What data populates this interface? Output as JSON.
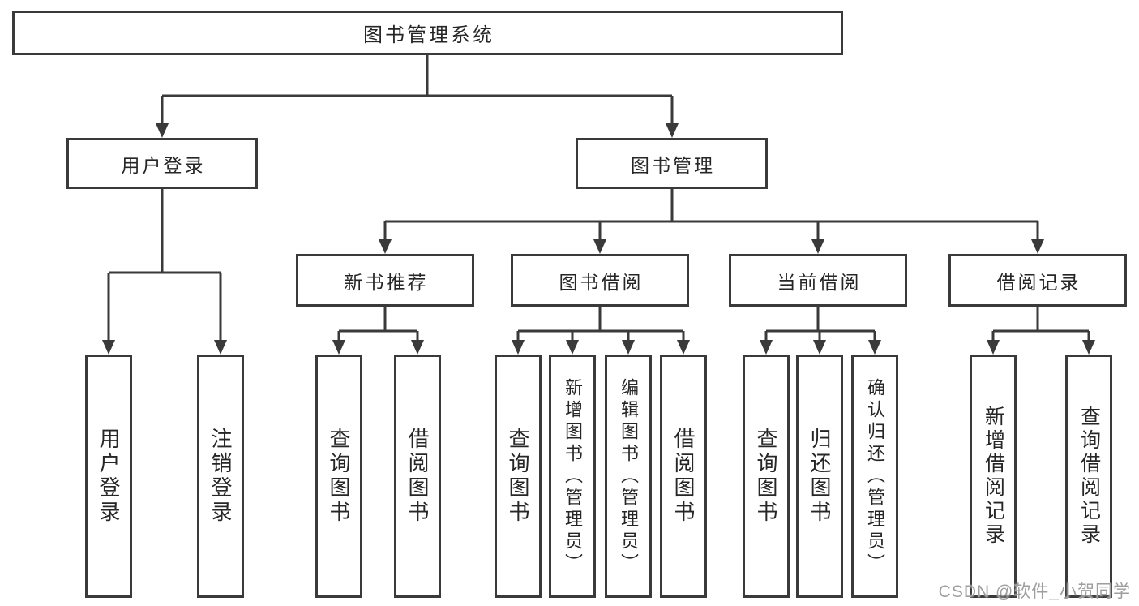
{
  "tree": {
    "root": {
      "label": "图书管理系统"
    },
    "children": [
      {
        "label": "用户登录",
        "children": [
          {
            "label": "用户登录"
          },
          {
            "label": "注销登录"
          }
        ]
      },
      {
        "label": "图书管理",
        "children": [
          {
            "label": "新书推荐",
            "children": [
              {
                "label": "查询图书"
              },
              {
                "label": "借阅图书"
              }
            ]
          },
          {
            "label": "图书借阅",
            "children": [
              {
                "label": "查询图书"
              },
              {
                "label": "新增图书（管理员）"
              },
              {
                "label": "编辑图书（管理员）"
              },
              {
                "label": "借阅图书"
              }
            ]
          },
          {
            "label": "当前借阅",
            "children": [
              {
                "label": "查询图书"
              },
              {
                "label": "归还图书"
              },
              {
                "label": "确认归还（管理员）"
              }
            ]
          },
          {
            "label": "借阅记录",
            "children": [
              {
                "label": "新增借阅记录"
              },
              {
                "label": "查询借阅记录"
              }
            ]
          }
        ]
      }
    ]
  },
  "watermark": {
    "text": "CSDN @软件_小贺同学"
  },
  "colors": {
    "line": "#3a3a3a",
    "box_border": "#3a3a3a",
    "text": "#262626",
    "watermark": "#9e9e9e",
    "background": "#ffffff"
  }
}
